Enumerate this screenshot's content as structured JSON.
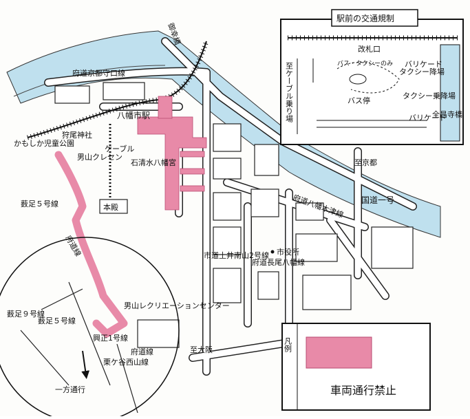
{
  "colors": {
    "restricted": "#e88aa8",
    "river": "#bfe0ee",
    "road": "#ffffff",
    "block": "#ffffff",
    "line": "#111111"
  },
  "labels": {
    "miyuki_bridge": "御幸橋",
    "kyoto_moriguchi": "府道京都守口線",
    "station": "八幡市駅",
    "kariojinja": "狩尾神社",
    "kamo_park": "かもしか児童公園",
    "otokoyama_cresen": "男山クレセン",
    "cable": "ケーブル",
    "iwashimizu": "石清水八幡宮",
    "honden": "本殿",
    "sakai5_top": "薮足５号線",
    "fudo": "府道線",
    "yawata_kizu": "府道八幡木津線",
    "to_kyoto": "至京都",
    "route1": "国道一号",
    "cityhall": "市役所",
    "ihashi": "市道土井南山2号線",
    "nagao": "府道長尾八幡線",
    "rec_center": "男山レクリエーションセンター",
    "sakai9": "薮足９号線",
    "sakai5_bottom": "薮足５号線",
    "mitsuji1": "興正1号線",
    "kuriga": "栗ケ谷西山線",
    "fudo2": "府道線",
    "one_way": "一方通行",
    "to_osaka": "至大阪"
  },
  "inset": {
    "title": "駅前の交通規制",
    "gate": "改札口",
    "bus_taxi_only": "バス・タクシーのみ",
    "barricade1": "バリケード",
    "taxi_drop": "タクシー降場",
    "to_cable": "至ケーブル乗り場",
    "bus_stop": "バス停",
    "taxi_board": "タクシー乗降場",
    "barricade2": "バリケード",
    "zenshoji": "全昌寺橋"
  },
  "legend": {
    "label": "凡例",
    "text": "車両通行禁止"
  }
}
